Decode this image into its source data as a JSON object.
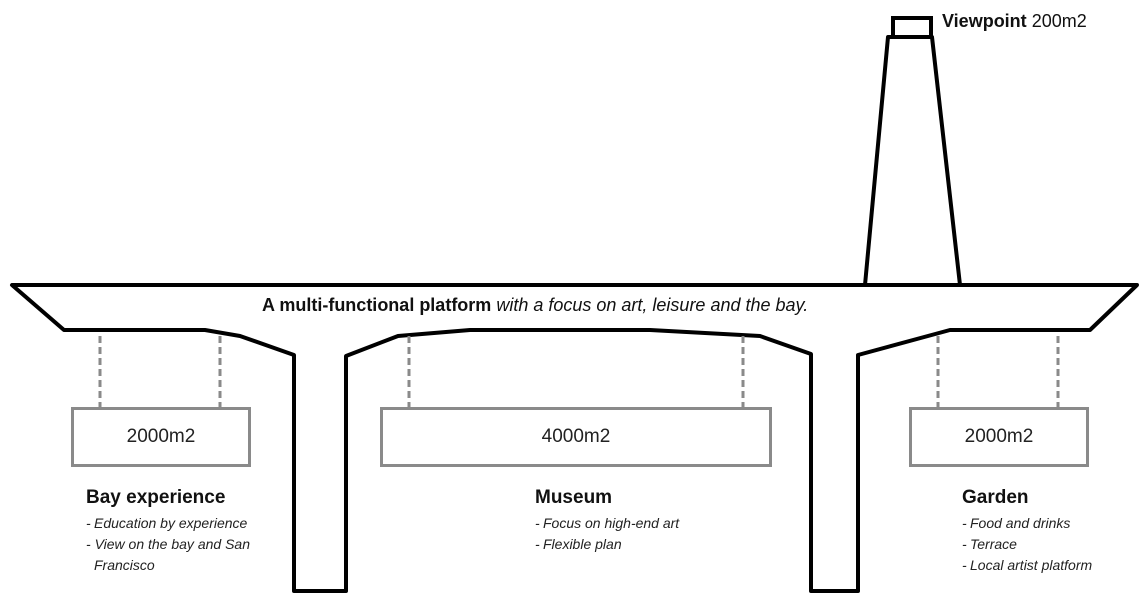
{
  "viewpoint": {
    "name": "Viewpoint",
    "area": "200m2"
  },
  "platform": {
    "title_bold": "A multi-functional platform",
    "title_italic": "with a focus on art, leisure and the bay."
  },
  "zones": [
    {
      "area": "2000m2",
      "title": "Bay experience",
      "items": [
        "Education by experience",
        "View on the bay and San Francisco"
      ]
    },
    {
      "area": "4000m2",
      "title": "Museum",
      "items": [
        "Focus on high-end art",
        "Flexible plan"
      ]
    },
    {
      "area": "2000m2",
      "title": "Garden",
      "items": [
        "Food and drinks",
        "Terrace",
        "Local artist platform"
      ]
    }
  ],
  "colors": {
    "structure_stroke": "#000000",
    "box_stroke": "#8a8a8a",
    "hanger_stroke": "#8a8a8a"
  }
}
